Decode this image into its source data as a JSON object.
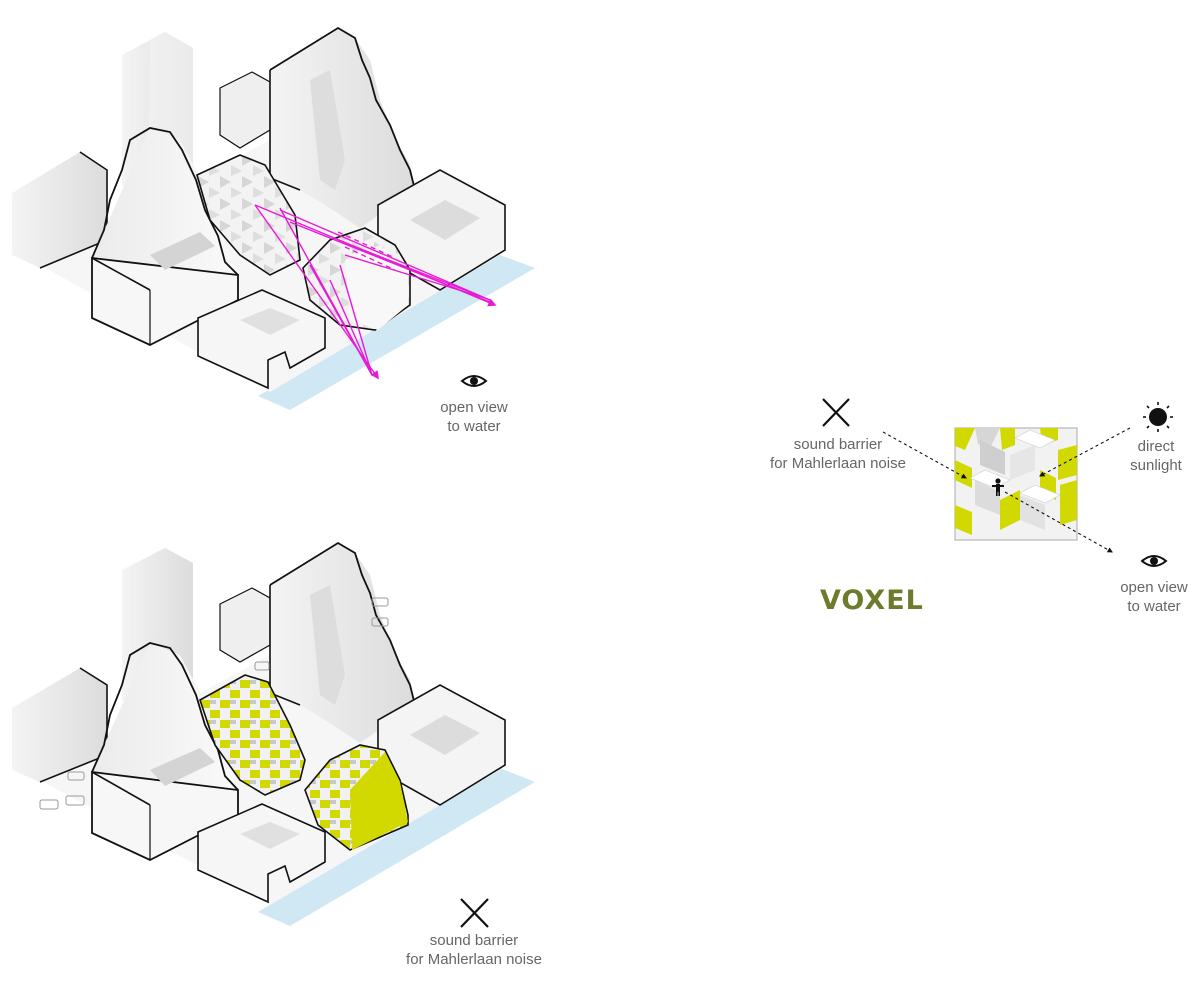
{
  "title": "VOXEL",
  "labels": {
    "view_top": [
      "open view",
      "to water"
    ],
    "sound_bottom": [
      "sound barrier",
      "for  Mahlerlaan noise"
    ],
    "sound_right": [
      "sound barrier",
      "for  Mahlerlaan noise"
    ],
    "sun_right": [
      "direct",
      "sunlight"
    ],
    "view_right": [
      "open view",
      "to water"
    ]
  },
  "icons": [
    "eye-icon",
    "cross-icon",
    "sun-icon",
    "person-icon"
  ],
  "colors": {
    "accent_green": "#d2d900",
    "sightline_magenta": "#e81ad6",
    "water_blue": "#cfe8f3",
    "title_olive": "#6e7a2c",
    "label_grey": "#666666"
  }
}
